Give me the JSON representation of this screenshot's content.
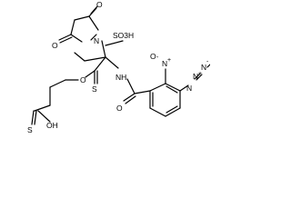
{
  "molecule": {
    "atom_labels": {
      "ring_o_top": "O",
      "ring_o_left": "O",
      "ring_n": "N",
      "so3h": "SO3H",
      "thioester_s": "S",
      "thioester_o": "O",
      "amide_nh": "NH",
      "amide_o": "O",
      "nitro_o": "O",
      "nitro_n": "N",
      "nitro_plus": "+",
      "nitro_minus": "-",
      "azide_n1": "N",
      "azide_n2": "N",
      "azide_n3": "N",
      "azide_plus": "+",
      "azide_minus": "-",
      "thioacid_s": "S",
      "thioacid_oh": "OH"
    }
  }
}
